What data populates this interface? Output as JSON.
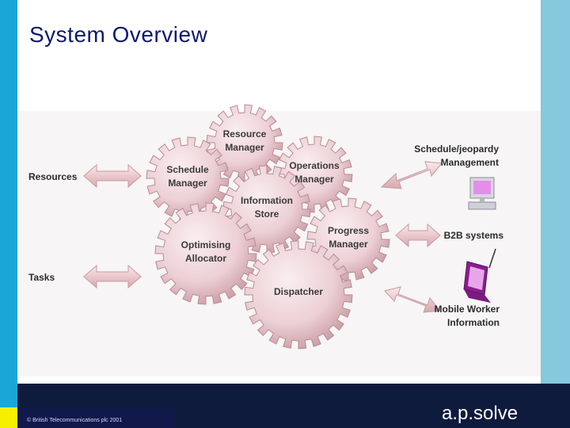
{
  "slide": {
    "title": "System Overview",
    "copyright": "© British Telecommunications plc 2001",
    "brand": "a.p.solve"
  },
  "diagram": {
    "inputs": {
      "resources": "Resources",
      "tasks": "Tasks"
    },
    "gears": {
      "resource_manager": [
        "Resource",
        "Manager"
      ],
      "schedule_manager": [
        "Schedule",
        "Manager"
      ],
      "operations_manager": [
        "Operations",
        "Manager"
      ],
      "information_store": [
        "Information",
        "Store"
      ],
      "progress_manager": [
        "Progress",
        "Manager"
      ],
      "optimising_allocator": [
        "Optimising",
        "Allocator"
      ],
      "dispatcher": [
        "Dispatcher"
      ]
    },
    "outputs": {
      "schedule_jeopardy": [
        "Schedule/jeopardy",
        "Management"
      ],
      "b2b": [
        "B2B systems"
      ],
      "mobile_worker": [
        "Mobile Worker",
        "Information"
      ]
    }
  },
  "colors": {
    "left_bar": "#1aa7d8",
    "right_bar": "#86c8dd",
    "footer": "#0f1b3d",
    "gear": "#f0d8dc",
    "arrow": "#f2d4d8",
    "title": "#0c1a6e"
  },
  "icons": [
    "monitor-icon",
    "laptop-icon",
    "brand-logo-icon"
  ]
}
